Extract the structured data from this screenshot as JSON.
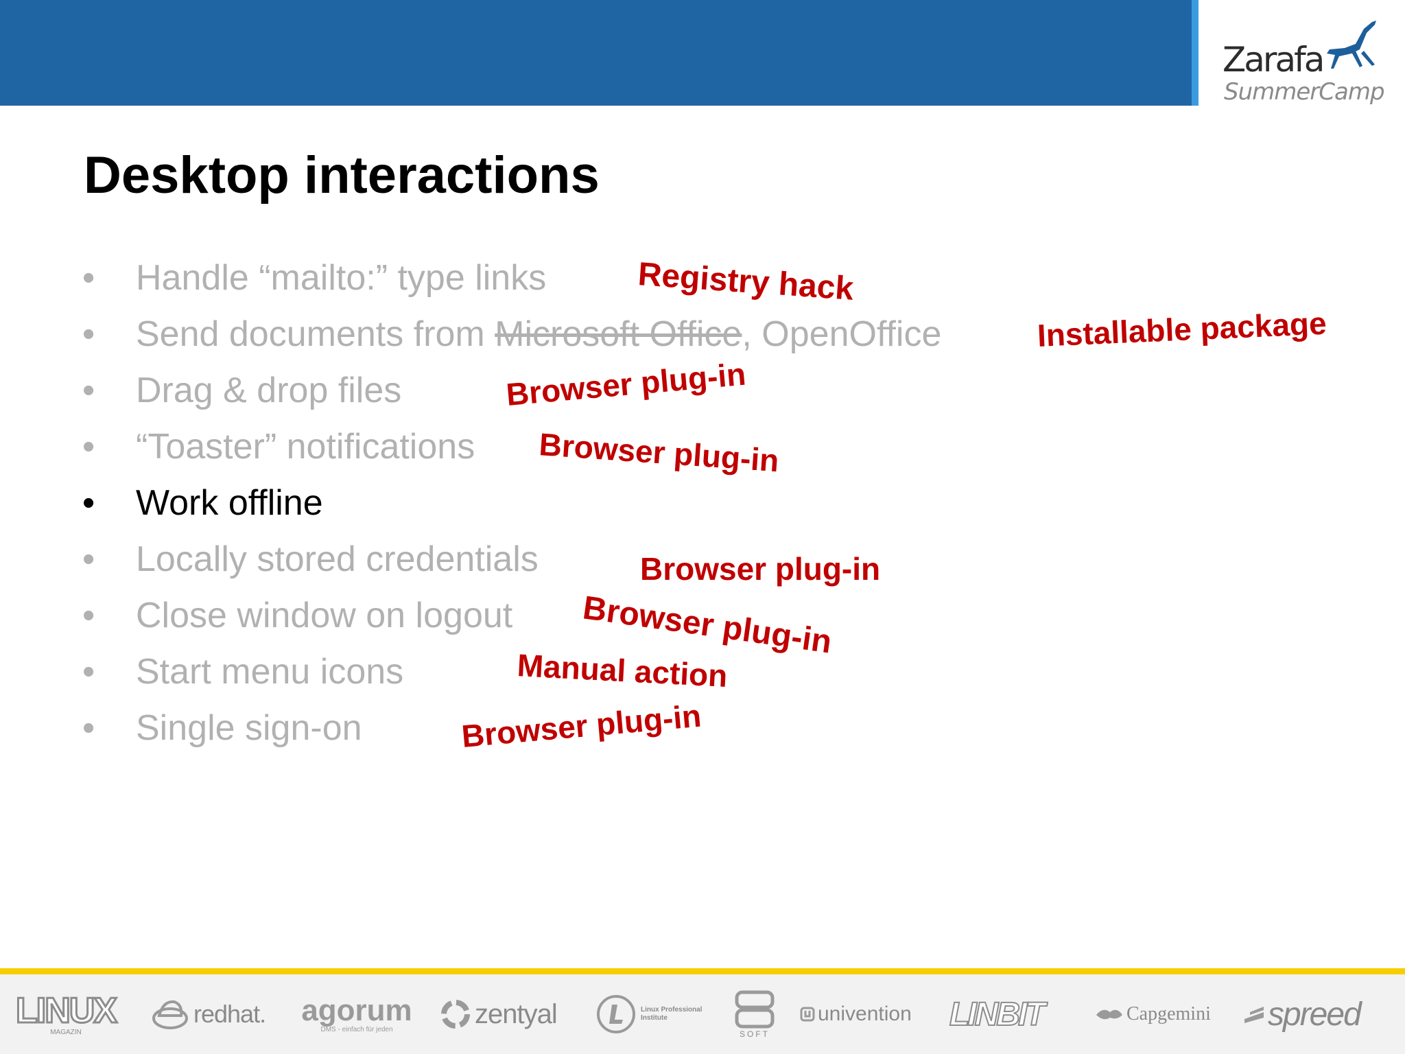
{
  "logo": {
    "name": "Zarafa",
    "sub": "SummerCamp"
  },
  "slide": {
    "title": "Desktop interactions",
    "bullets": [
      {
        "text": "Handle “mailto:” type links"
      },
      {
        "before": "Send documents from ",
        "struck": "Microsoft Office",
        "after": ", OpenOffice"
      },
      {
        "text": "Drag & drop files"
      },
      {
        "text": "“Toaster” notifications"
      },
      {
        "text": "Work offline"
      },
      {
        "text": "Locally stored credentials"
      },
      {
        "text": "Close window on logout"
      },
      {
        "text": "Start menu icons"
      },
      {
        "text": "Single sign-on"
      }
    ],
    "bullet_symbol": "•",
    "notes": [
      "Registry hack",
      "Installable package",
      "Browser plug-in",
      "Browser plug-in",
      "Browser plug-in",
      "Browser plug-in",
      "Manual action",
      "Browser plug-in"
    ]
  },
  "sponsors": [
    {
      "name": "LINUX",
      "sub": "MAGAZIN"
    },
    {
      "name": "redhat."
    },
    {
      "name": "agorum",
      "sub": "DMS - einfach für jeden"
    },
    {
      "name": "zentyal"
    },
    {
      "name": "Linux Professional Institute"
    },
    {
      "name": "SOFT"
    },
    {
      "name": "univention"
    },
    {
      "name": "LINBIT"
    },
    {
      "name": "Capgemini"
    },
    {
      "name": "spreed"
    }
  ],
  "colors": {
    "banner": "#2065a3",
    "accent": "#c00000",
    "footer_line": "#f7cf00",
    "muted_text": "#b1b1b1"
  }
}
